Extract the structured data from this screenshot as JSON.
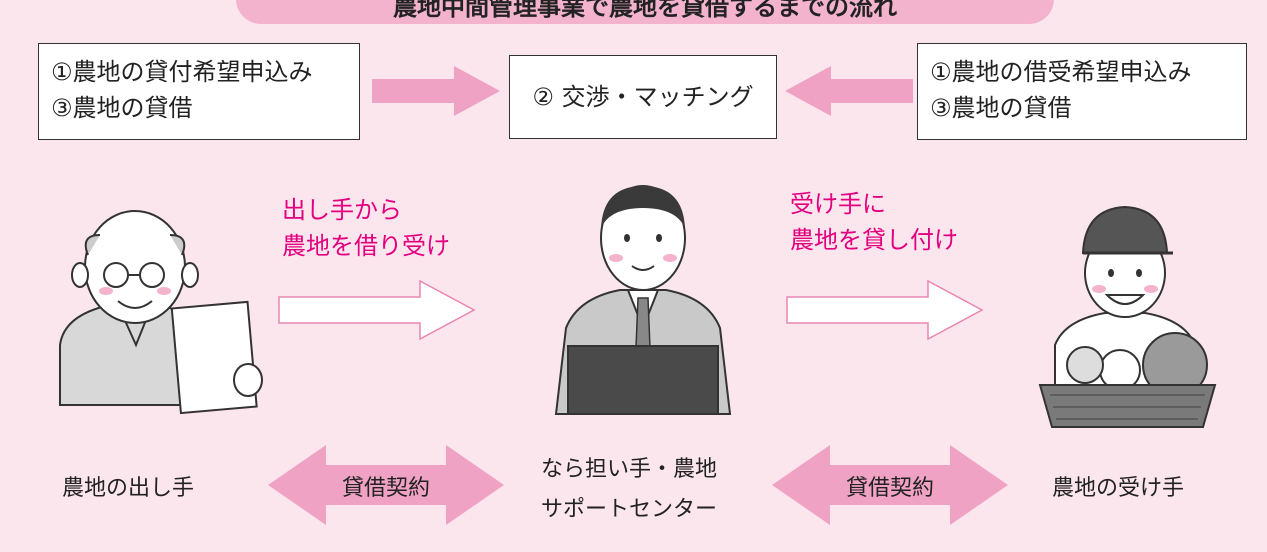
{
  "title": "農地中間管理事業で農地を貸借するまでの流れ",
  "boxes": {
    "left": [
      "①農地の貸付希望申込み",
      "③農地の貸借"
    ],
    "middle": "② 交渉・マッチング",
    "right": [
      "①農地の借受希望申込み",
      "③農地の貸借"
    ]
  },
  "flows": {
    "left": [
      "出し手から",
      "農地を借り受け"
    ],
    "right": [
      "受け手に",
      "農地を貸し付け"
    ]
  },
  "contracts": {
    "left": "貸借契約",
    "right": "貸借契約"
  },
  "actors": {
    "landowner": "農地の出し手",
    "center": [
      "なら担い手・農地",
      "サポートセンター"
    ],
    "tenant": "農地の受け手"
  },
  "colors": {
    "background": "#fbe6ee",
    "banner": "#f3b3cd",
    "arrow_pink": "#f0a2c4",
    "text_pink": "#e3007f"
  }
}
